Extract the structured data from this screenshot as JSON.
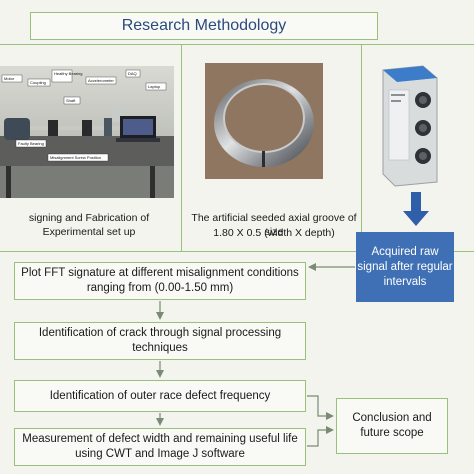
{
  "title": "Research Methodology",
  "panels": {
    "setup": {
      "caption": "signing and Fabrication of Experimental set up",
      "labels": {
        "motor": "Motor",
        "coupling": "Coupling",
        "healthy_bearing": "Healthy Bearing",
        "accelerometer": "Accelerometer",
        "daq": "DAQ",
        "laptop": "Laptop",
        "shaft": "Shaft",
        "faulty_bearing": "Faulty Bearing",
        "misalignment": "Misalignment Screw Position"
      }
    },
    "bearing": {
      "caption_line1": "The artificial seeded axial groove of size",
      "caption_line2": "1.80 X 0.5 (width X depth)"
    },
    "daq_device": {}
  },
  "flow": {
    "acquired": "Acquired raw signal after regular intervals",
    "fft": "Plot FFT signature at different misalignment conditions ranging from (0.00-1.50 mm)",
    "crack": "Identification of crack through signal processing techniques",
    "outer_race": "Identification of outer race defect frequency",
    "measurement": "Measurement of defect width and remaining useful life using CWT and Image J software",
    "conclusion": "Conclusion and future scope"
  },
  "colors": {
    "border": "#9ac07e",
    "title_text": "#2b4a7d",
    "accent_blue": "#3f6fb5",
    "arrow_blue": "#2e5fa8"
  }
}
